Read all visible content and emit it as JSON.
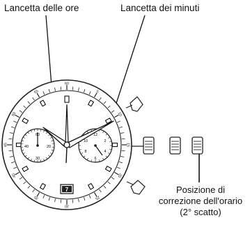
{
  "labels": {
    "hour_hand": "Lancetta delle ore",
    "minute_hand": "Lancetta dei minuti",
    "crown_position": [
      "Posizione di",
      "correzione dell'orario",
      "(2° scatto)"
    ]
  },
  "dial": {
    "bezel_numbers": [
      "60",
      "5",
      "10",
      "15",
      "20",
      "25",
      "30",
      "35",
      "40",
      "45",
      "50",
      "55"
    ],
    "left_subdial_numbers": [
      "60",
      "20",
      "30",
      "40"
    ],
    "right_subdial_numbers": [
      "12",
      "2",
      "4",
      "6",
      "8",
      "10"
    ],
    "date": "7"
  }
}
